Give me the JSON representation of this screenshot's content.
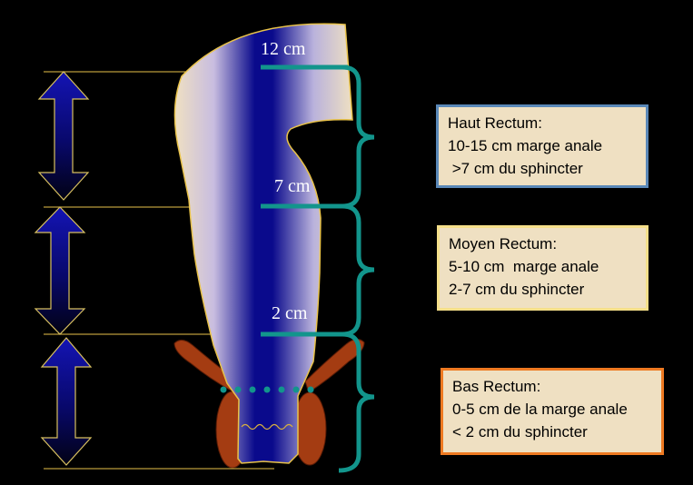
{
  "levels": {
    "top": "12 cm",
    "middle": "7 cm",
    "bottom": "2 cm"
  },
  "boxes": {
    "haut": {
      "line1": "Haut Rectum:",
      "line2": "10-15 cm  marge anale",
      "line3": " >7 cm du sphincter"
    },
    "moyen": {
      "line1": "Moyen Rectum:",
      "line2": "5-10 cm  marge anale",
      "line3": "2-7 cm du sphincter"
    },
    "bas": {
      "line1": "Bas Rectum:",
      "line2": "0-5 cm de la marge anale",
      "line3": "< 2 cm du sphincter"
    }
  },
  "colors": {
    "background": "#000000",
    "rectum_fill": "#efe0c2",
    "lumen_blue": "#0a0a8c",
    "bracket_teal": "#12958c",
    "muscle_brown": "#a43c12",
    "guide_line": "#e8c24a",
    "box_fill": "#efe0c2",
    "box_border_haut": "#5a88b8",
    "box_border_moyen": "#f5df8a",
    "box_border_bas": "#ee7a22"
  },
  "icons": {
    "arrows": "double-headed-vertical-arrow-icon",
    "brackets": "curly-brace-icon"
  }
}
